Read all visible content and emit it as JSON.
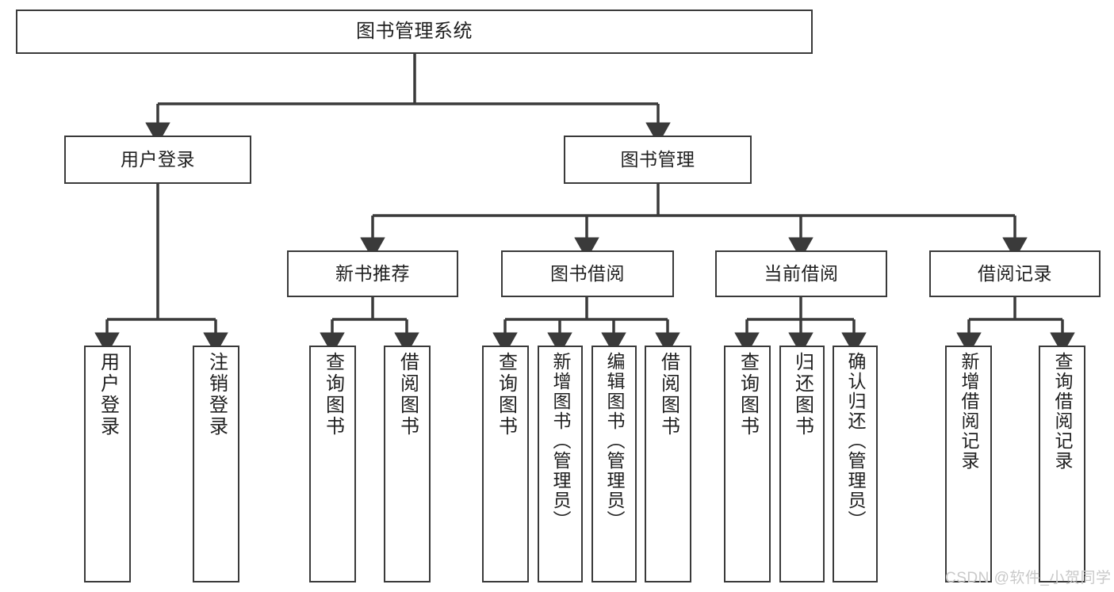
{
  "diagram": {
    "title": "图书管理系统",
    "watermark": "CSDN @软件_小贺同学",
    "colors": {
      "stroke": "#3a3a3a",
      "box_fill": "#ffffff",
      "text": "#1f1f1f",
      "watermark": "#c9c9c9",
      "background": "#ffffff"
    },
    "nodes": {
      "root": "图书管理系统",
      "level2": [
        "用户登录",
        "图书管理"
      ],
      "level3": [
        "新书推荐",
        "图书借阅",
        "当前借阅",
        "借阅记录"
      ],
      "leaves": {
        "user_login": [
          "用户登录",
          "注销登录"
        ],
        "new_book_recommend": [
          "查询图书",
          "借阅图书"
        ],
        "book_borrow": [
          "查询图书",
          "新增图书（管理员）",
          "编辑图书（管理员）",
          "借阅图书"
        ],
        "current_borrow": [
          "查询图书",
          "归还图书",
          "确认归还（管理员）"
        ],
        "borrow_record": [
          "新增借阅记录",
          "查询借阅记录"
        ]
      }
    }
  }
}
